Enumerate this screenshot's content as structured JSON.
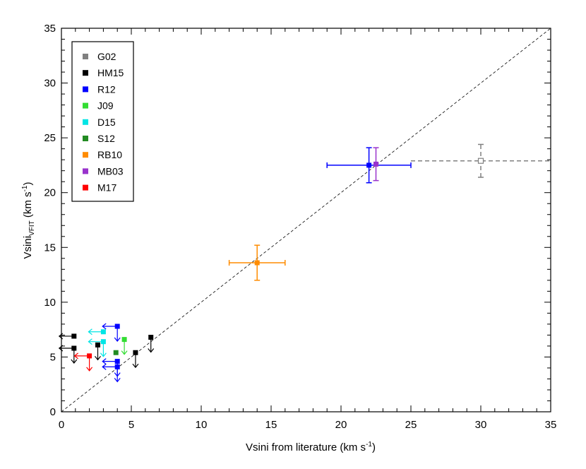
{
  "chart_data": {
    "type": "scatter",
    "xlim": [
      0,
      35
    ],
    "ylim": [
      0,
      35
    ],
    "xticks": [
      "0",
      "5",
      "10",
      "15",
      "20",
      "25",
      "30",
      "35"
    ],
    "yticks": [
      "0",
      "5",
      "10",
      "15",
      "20",
      "25",
      "30",
      "35"
    ],
    "xlabel": {
      "main": "Vsini from literature (km s",
      "sup": "-1",
      "close": ")"
    },
    "ylabel": {
      "main": "Vsini",
      "sub": "VFIT",
      "mid": " (km s",
      "sup": "-1",
      "close": ")"
    },
    "one_to_one_line": true,
    "legend": [
      {
        "name": "G02",
        "color": "#808080"
      },
      {
        "name": "HM15",
        "color": "#000000"
      },
      {
        "name": "R12",
        "color": "#0000ff"
      },
      {
        "name": "J09",
        "color": "#33dd33"
      },
      {
        "name": "D15",
        "color": "#00e5e5"
      },
      {
        "name": "S12",
        "color": "#228b22"
      },
      {
        "name": "RB10",
        "color": "#ff8c00"
      },
      {
        "name": "MB03",
        "color": "#9933cc"
      },
      {
        "name": "M17",
        "color": "#ff0000"
      }
    ],
    "series": [
      {
        "name": "G02",
        "points": [
          {
            "x": 30.0,
            "y": 22.9,
            "open": true,
            "dashed": true,
            "xerr_right": 5.0,
            "xerr_left": 5.0,
            "yerr": 1.5
          }
        ]
      },
      {
        "name": "HM15",
        "points": [
          {
            "x": 0.9,
            "y": 6.9,
            "lim": "x"
          },
          {
            "x": 0.9,
            "y": 5.8,
            "lim": "xy"
          },
          {
            "x": 2.6,
            "y": 6.1,
            "lim": "y"
          },
          {
            "x": 5.3,
            "y": 5.4,
            "lim": "y"
          },
          {
            "x": 6.4,
            "y": 6.8,
            "lim": "y"
          }
        ]
      },
      {
        "name": "R12",
        "points": [
          {
            "x": 22.0,
            "y": 22.5,
            "xerr": 3.0,
            "yerr": 1.6
          },
          {
            "x": 4.0,
            "y": 7.8,
            "lim": "xy"
          },
          {
            "x": 4.0,
            "y": 4.6,
            "lim": "xy"
          },
          {
            "x": 4.0,
            "y": 4.1,
            "lim": "xy"
          }
        ]
      },
      {
        "name": "J09",
        "points": [
          {
            "x": 4.5,
            "y": 6.6,
            "lim": "y"
          }
        ]
      },
      {
        "name": "D15",
        "points": [
          {
            "x": 3.0,
            "y": 7.3,
            "lim": "x"
          },
          {
            "x": 3.0,
            "y": 6.4,
            "lim": "xy"
          }
        ]
      },
      {
        "name": "S12",
        "points": [
          {
            "x": 3.9,
            "y": 5.4
          }
        ]
      },
      {
        "name": "RB10",
        "points": [
          {
            "x": 14.0,
            "y": 13.6,
            "xerr": 2.0,
            "yerr": 1.6
          }
        ]
      },
      {
        "name": "MB03",
        "points": [
          {
            "x": 22.5,
            "y": 22.6,
            "yerr": 1.5
          }
        ]
      },
      {
        "name": "M17",
        "points": [
          {
            "x": 2.0,
            "y": 5.1,
            "lim": "xy"
          }
        ]
      }
    ]
  }
}
